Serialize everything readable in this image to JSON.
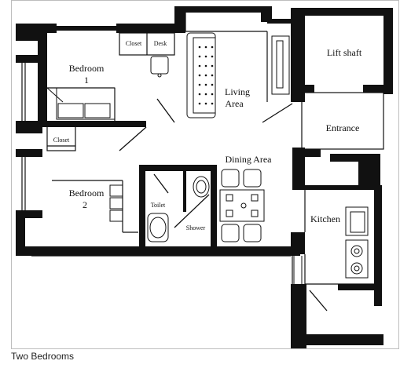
{
  "floorplan": {
    "rooms": {
      "bedroom1_line1": "Bedroom",
      "bedroom1_line2": "1",
      "bedroom2_line1": "Bedroom",
      "bedroom2_line2": "2",
      "living_line1": "Living",
      "living_line2": "Area",
      "lift_shaft": "Lift shaft",
      "entrance": "Entrance",
      "dining": "Dining Area",
      "kitchen": "Kitchen",
      "toilet": "Toilet",
      "shower": "Shower",
      "closet_top": "Closet",
      "desk": "Desk",
      "closet_left": "Closet"
    }
  },
  "caption": "Two Bedrooms"
}
